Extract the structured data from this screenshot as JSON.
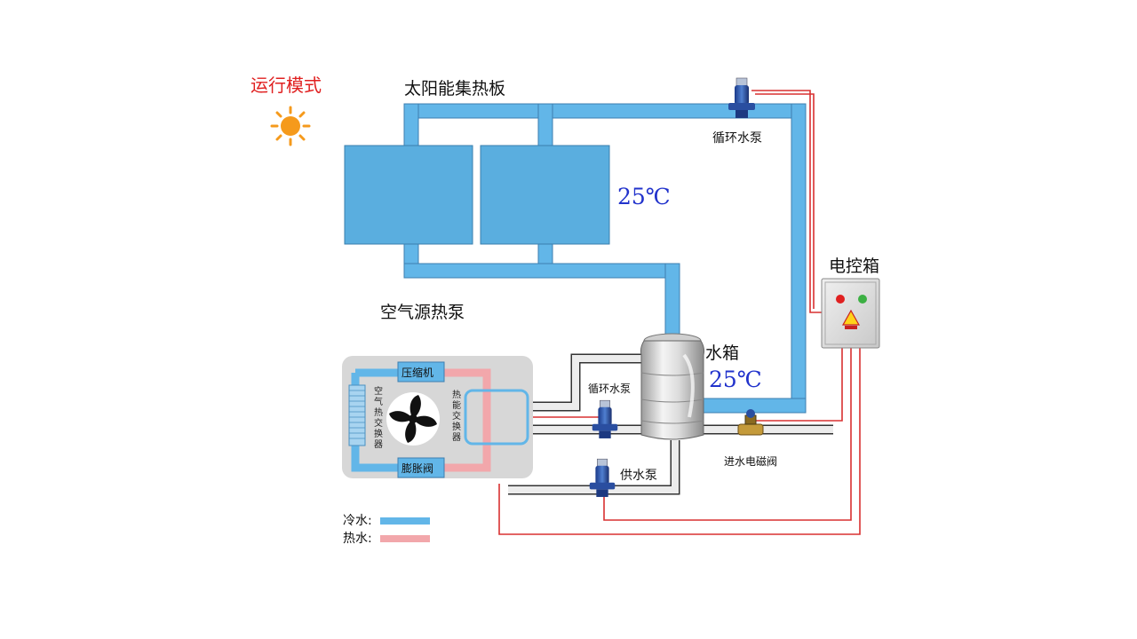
{
  "mode": {
    "label": "运行模式",
    "icon": "sun-icon"
  },
  "solar_panel": {
    "label": "太阳能集热板",
    "temperature": "25℃"
  },
  "top_pump": {
    "label": "循环水泵"
  },
  "control_box": {
    "label": "电控箱"
  },
  "heat_pump": {
    "label": "空气源热泵",
    "compressor": "压缩机",
    "expansion_valve": "膨胀阀",
    "air_exchanger": "空气热交换器",
    "heat_exchanger": "热能交换器"
  },
  "water_tank": {
    "label": "水箱",
    "temperature": "25℃"
  },
  "circulation_pump": {
    "label": "循环水泵"
  },
  "supply_pump": {
    "label": "供水泵"
  },
  "inlet_valve": {
    "label": "进水电磁阀"
  },
  "legend": [
    {
      "label": "冷水:",
      "color": "#62b6e8"
    },
    {
      "label": "热水:",
      "color": "#f2a7ab"
    }
  ],
  "colors": {
    "cold_pipe": "#62b6e8",
    "hot_pipe": "#f2a7ab",
    "panel": "#5aaedf",
    "wire": "#d83030",
    "drain_pipe": "#e4e4e4"
  }
}
